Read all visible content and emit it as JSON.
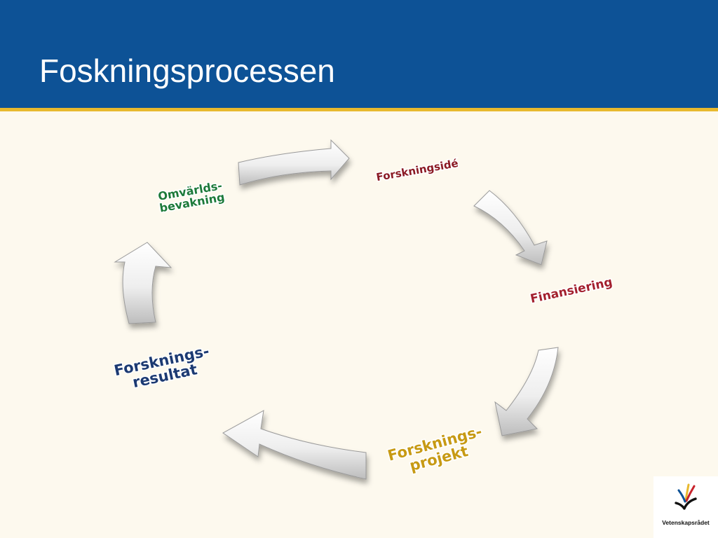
{
  "slide": {
    "title": "Foskningsprocessen"
  },
  "cycle": {
    "stages": [
      {
        "lines": [
          "Forskningsidé"
        ],
        "color": "#8b1a24"
      },
      {
        "lines": [
          "Finansiering"
        ],
        "color": "#a3202e"
      },
      {
        "lines": [
          "Forsknings-",
          "projekt"
        ],
        "color": "#c79a14"
      },
      {
        "lines": [
          "Forsknings-",
          "resultat"
        ],
        "color": "#1c3a72"
      },
      {
        "lines": [
          "Omvärlds-",
          "bevakning"
        ],
        "color": "#1c7a3a"
      }
    ]
  },
  "logo": {
    "name": "Vetenskapsrådet",
    "colors": [
      "#e8b92e",
      "#c8232c",
      "#0d5296",
      "#111111"
    ]
  }
}
